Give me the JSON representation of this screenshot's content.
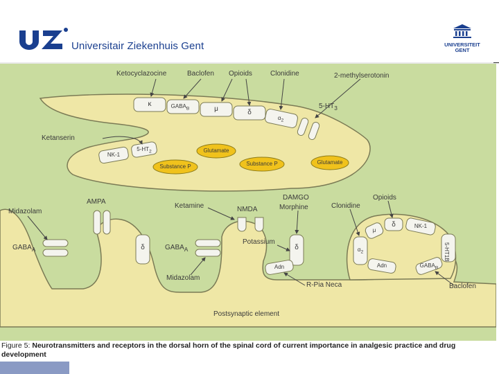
{
  "header": {
    "logo_text": "UZ",
    "hospital_name": "Universitair Ziekenhuis Gent",
    "university_logo_line1": "UNIVERSITEIT",
    "university_logo_line2": "GENT"
  },
  "diagram": {
    "top_drugs": [
      "Ketocyclazocine",
      "Baclofen",
      "Opioids",
      "Clonidine",
      "2-methylserotonin"
    ],
    "presynaptic_receptors": [
      "κ",
      "GABA",
      "μ",
      "δ",
      "α",
      "5-HT"
    ],
    "receptor_subscripts": {
      "gaba_b": "B",
      "alpha2": "2",
      "ht3": "3",
      "ht2": "2"
    },
    "ketanserin": "Ketanserin",
    "nk1": "NK-1",
    "ht2": "5-HT",
    "vesicles": [
      "Glutamate",
      "Substance P",
      "Substance P",
      "Glutamate"
    ],
    "lower_left": {
      "ampa": "AMPA",
      "midazolam": "Midazolam",
      "gabaa": "GABA",
      "gabaa_sub": "A",
      "delta": "δ"
    },
    "lower_middle": {
      "ketamine": "Ketamine",
      "nmda": "NMDA",
      "damgo": "DAMGO",
      "morphine": "Morphine",
      "gabaa": "GABA",
      "gabaa_sub": "A",
      "potassium": "Potassium",
      "delta": "δ",
      "adn": "Adn",
      "midazolam": "Midazolam",
      "rpia": "R-Pia Neca"
    },
    "lower_right": {
      "clonidine": "Clonidine",
      "opioids": "Opioids",
      "mu": "μ",
      "delta": "δ",
      "nk1": "NK-1",
      "alpha": "α",
      "alpha_sub": "2",
      "ht1b": "5-HT",
      "ht1b_sub": "1B",
      "adn": "Adn",
      "gabab": "GABA",
      "gabab_sub": "B",
      "baclofen": "Baclofen"
    },
    "postsynaptic": "Postsynaptic element"
  },
  "caption": {
    "prefix": "Figure 5: ",
    "text": "Neurotransmitters and receptors in the dorsal horn of the spinal cord of current importance in analgesic practice and drug development"
  },
  "colors": {
    "background": "#c9dc9f",
    "terminal": "#efe7a6",
    "outline": "#7a7a55",
    "receptor": "#f4f4ee",
    "vesicle": "#f0c21c",
    "brand": "#1a3f8f"
  }
}
